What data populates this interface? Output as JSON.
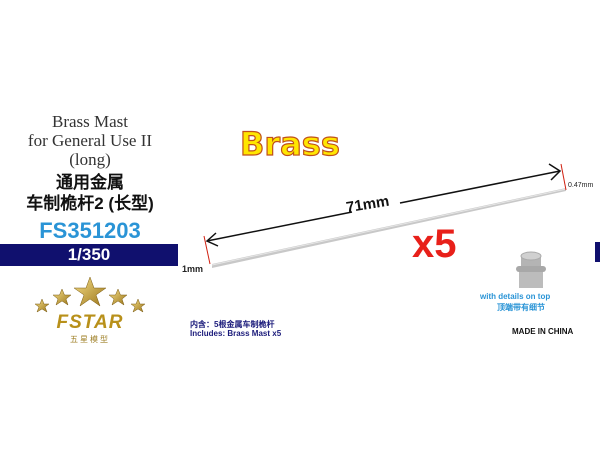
{
  "product": {
    "title_en": [
      "Brass Mast",
      "for General Use II",
      "(long)"
    ],
    "title_cn": [
      "通用金属",
      "车制桅杆2 (长型)"
    ],
    "code": "FS351203",
    "scale": "1/350"
  },
  "brand": {
    "name": "FSTAR",
    "subtitle_cn": "五星模型"
  },
  "material_label": "Brass",
  "dimensions": {
    "length": "71mm",
    "base_diameter": "1mm",
    "tip_diameter": "0.47mm"
  },
  "quantity": "x5",
  "detail_note": {
    "en": "with details on top",
    "cn": "顶端带有细节"
  },
  "includes": {
    "cn": "内含：5根金属车制桅杆",
    "en": "Includes:  Brass Mast x5"
  },
  "origin": "MADE IN CHINA",
  "colors": {
    "navy": "#10106e",
    "code_blue": "#2a94d6",
    "brass_yellow": "#ffe600",
    "qty_red": "#e8201a",
    "gold": "#b8901a"
  }
}
